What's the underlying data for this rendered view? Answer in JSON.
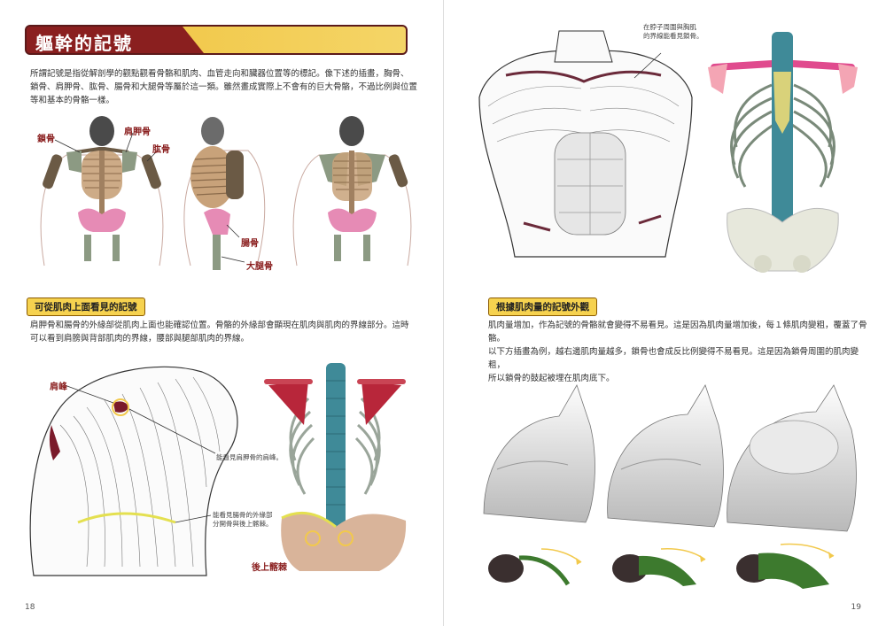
{
  "left": {
    "chapter_title": "軀幹的記號",
    "intro": [
      "所謂記號是指從解剖學的觀點觀看骨骼和肌肉、血管走向和臟器位置等的標記。像下述的插畫，胸骨、",
      "鎖骨、肩胛骨、肱骨、腸骨和大腿骨等屬於這一類。雖然畫成實際上不會有的巨大骨骼，不過比例與位置",
      "等和基本的骨骼一樣。"
    ],
    "labels": {
      "clavicle": "鎖骨",
      "scapula": "肩胛骨",
      "humerus": "肱骨",
      "ilium": "腸骨",
      "femur": "大腿骨"
    },
    "section_title": "可從肌肉上面看見的記號",
    "section_text": [
      "肩胛骨和腸骨的外緣部從肌肉上面也能確認位置。骨骼的外緣部會顯現在肌肉與肌肉的界線部分。這時",
      "可以看到肩膀與背部肌肉的界線，腰部與腿部肌肉的界線。"
    ],
    "acromion": "肩峰",
    "note_scapula": "能看見肩胛骨的肩峰。",
    "note_ilium": [
      "能看見腸骨的外緣部",
      "分開骨與後上髂棘。"
    ],
    "psis": "後上髂棘",
    "page_number": "18"
  },
  "right": {
    "note_top": [
      "在脖子周圍與胸肌",
      "的界線能看見鎖骨。"
    ],
    "section_title": "根據肌肉量的記號外觀",
    "section_text": [
      "肌肉量增加，作為記號的骨骼就會變得不易看見。這是因為肌肉量增加後，每１條肌肉變粗，覆蓋了骨",
      "骼。",
      "以下方插畫為例，越右邊肌肉量越多，鎖骨也會成反比例變得不易看見。這是因為鎖骨周圍的肌肉變粗，",
      "所以鎖骨的鼓起被埋在肌肉底下。"
    ],
    "page_number": "19"
  },
  "colors": {
    "bone_green": "#8c9a83",
    "bone_tan": "#c8a27a",
    "pelvis_pink": "#e68bb5",
    "scapula_red": "#b8263a",
    "spine_teal": "#3f8a98",
    "muscle_green": "#3d7a2e",
    "accent_yellow": "#f2c94c"
  }
}
